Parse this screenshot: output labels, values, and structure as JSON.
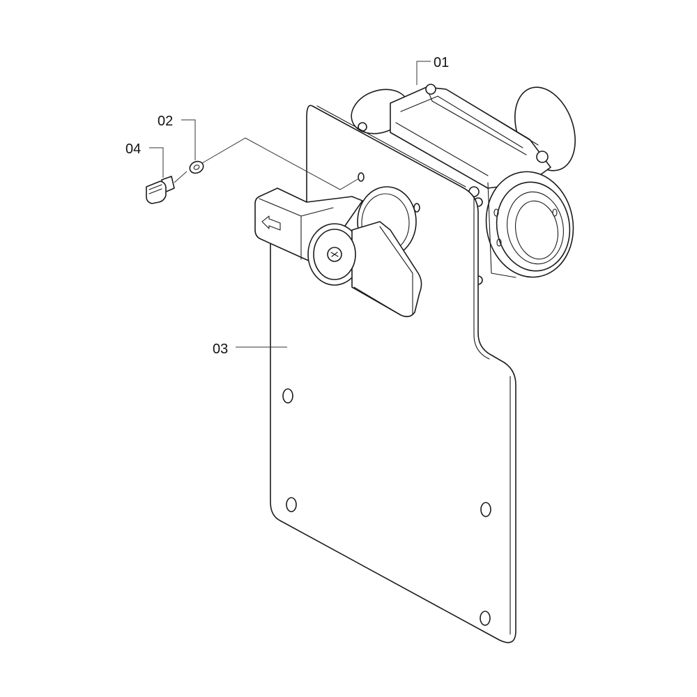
{
  "callouts": [
    {
      "id": "01",
      "text": "01"
    },
    {
      "id": "02",
      "text": "02"
    },
    {
      "id": "03",
      "text": "03"
    },
    {
      "id": "04",
      "text": "04"
    }
  ],
  "colors": {
    "line": "#1a1a1a",
    "background": "#ffffff"
  }
}
